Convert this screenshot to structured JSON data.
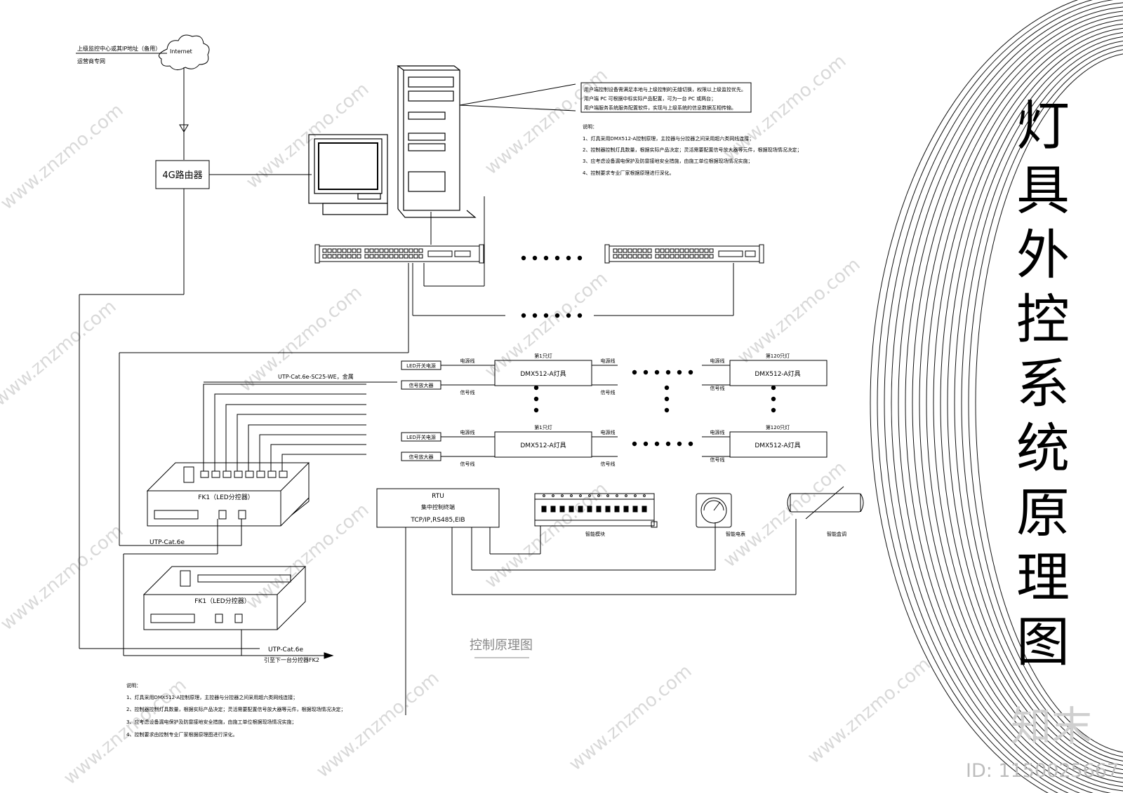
{
  "title": "灯具外控系统原理图",
  "subtitle": "控制原理图",
  "cloud": {
    "label": "Internet"
  },
  "upstream": {
    "line1": "上级监控中心或其IP地址（备用）",
    "line2": "运营商专网"
  },
  "router": {
    "label": "4G路由器"
  },
  "callout": [
    "用户端控制设备需满足本地与上级控制的无缝切换，权限以上级监控优先。",
    "用户端  PC 可根据中标实际产品配置，可为一台 PC 或两台；",
    "用户端服务系统服务配置软件，实现与上级系统的信息数据互相传输。"
  ],
  "notes_top": {
    "heading": "说明：",
    "items": [
      "1、灯具采用DMX512-A控制原理，主控器与分控器之间采用超六类网线连接；",
      "2、控制器控制灯具数量，根据实际产品决定；灵活需要配置信号放大器等元件，根据现场情况决定；",
      "3、应考虑设备漏电保护及防雷接地安全措施，由施工单位根据现场情况实施；",
      "4、控制要求专业厂家根据原理进行深化。"
    ]
  },
  "notes_bottom": {
    "heading": "说明：",
    "items": [
      "1、灯具采用DMX512-A控制原理，主控器与分控器之间采用超六类网线连接；",
      "2、控制器控制灯具数量，根据实际产品决定；灵活需要配置信号放大器等元件，根据现场情况决定；",
      "3、应考虑设备漏电保护及防雷接地安全措施，由施工单位根据现场情况实施；",
      "4、控制要求由控制专业厂家根据原理图进行深化。"
    ]
  },
  "cable": {
    "main": "UTP-Cat.6e-SC25-WE，金属",
    "fk1": "UTP-Cat.6e",
    "fk2": "UTP-Cat.6e",
    "next": "引至下一台分控器FK2"
  },
  "fk": {
    "unit1": "FK1（LED分控器）",
    "unit2": "FK1（LED分控器）"
  },
  "rows": [
    {
      "power_box": "LED开关电源",
      "amp_box": "信号放大器",
      "power_line": "电源线",
      "signal_line": "信号线",
      "first_label": "第1只灯",
      "first_box": "DMX512-A灯具",
      "last_label": "第120只灯",
      "last_box": "DMX512-A灯具",
      "last_power_line": "电源线",
      "last_signal_line": "信号线"
    },
    {
      "power_box": "LED开关电源",
      "amp_box": "信号放大器",
      "power_line": "电源线",
      "signal_line": "信号线",
      "first_label": "第1只灯",
      "first_box": "DMX512-A灯具",
      "last_label": "第120只灯",
      "last_box": "DMX512-A灯具",
      "last_power_line": "电源线",
      "last_signal_line": "信号线"
    }
  ],
  "rtu": {
    "line1": "RTU",
    "line2": "集中控制终端",
    "line3": "TCP/IP,RS485,EIB"
  },
  "devices": {
    "module": "智能模块",
    "meter": "智能电表",
    "sensor": "智能盒调"
  },
  "watermark": {
    "site": "www.znzmo.com",
    "brand": "知末",
    "id": "ID: 1150025667"
  }
}
